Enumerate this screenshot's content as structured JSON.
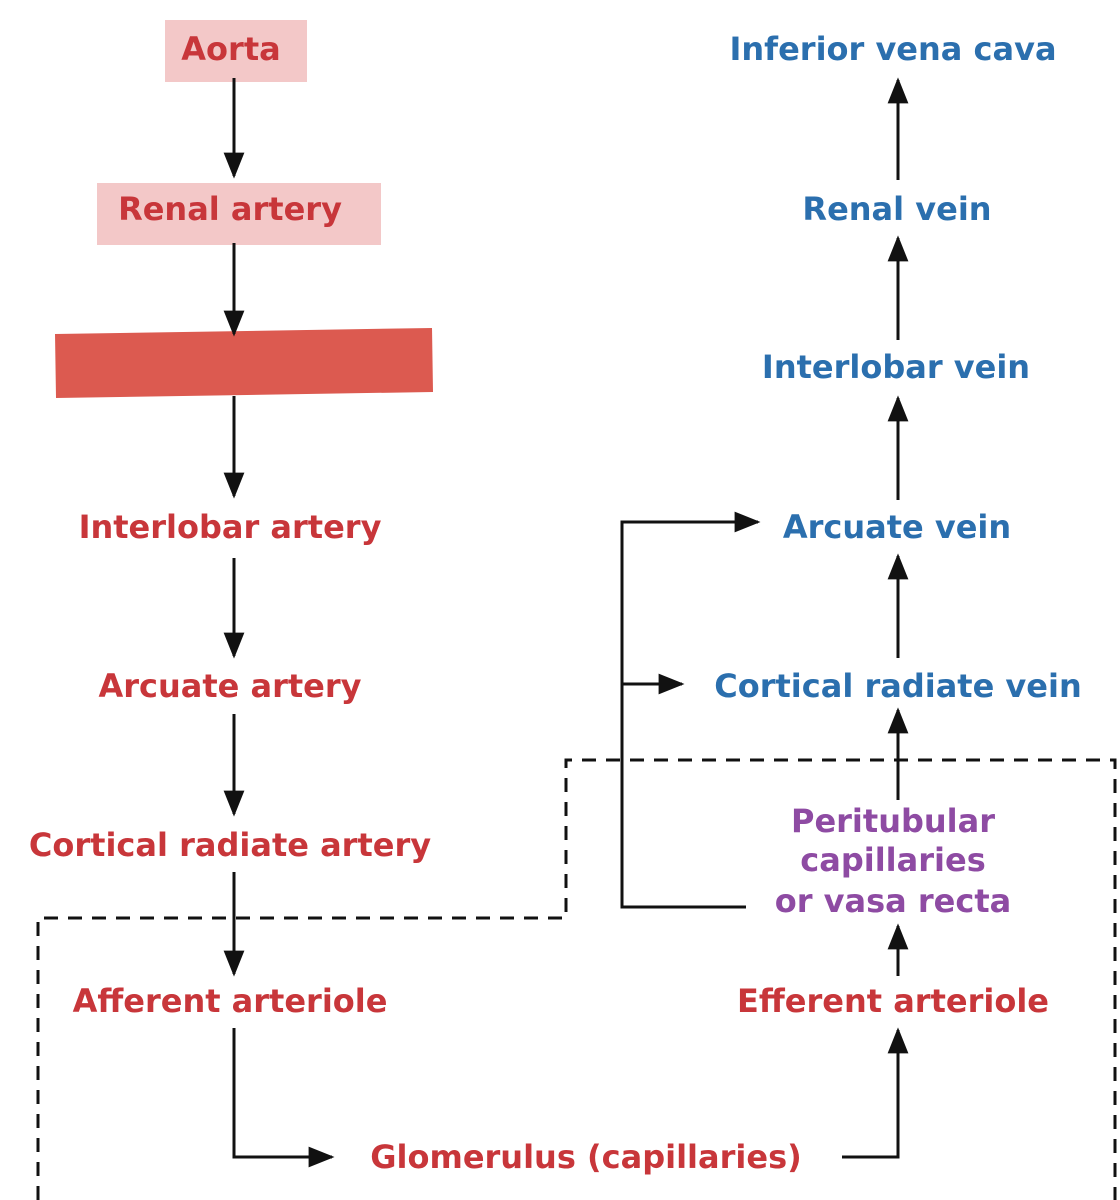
{
  "colors": {
    "artery": "#c8363a",
    "vein": "#2b6fae",
    "capillary": "#8e4ba3",
    "highlight_box": "#f3c8c8",
    "hidden_box": "#dc5a50"
  },
  "arterial": {
    "aorta": "Aorta",
    "renal_artery": "Renal artery",
    "interlobar_artery": "Interlobar artery",
    "arcuate_artery": "Arcuate artery",
    "cortical_radiate_artery": "Cortical radiate artery",
    "afferent_arteriole": "Afferent arteriole"
  },
  "capillary_beds": {
    "glomerulus": "Glomerulus (capillaries)",
    "efferent_arteriole": "Efferent arteriole",
    "peritubular_line1": "Peritubular",
    "peritubular_line2": "capillaries",
    "peritubular_line3": "or vasa recta"
  },
  "venous": {
    "cortical_radiate_vein": "Cortical radiate vein",
    "arcuate_vein": "Arcuate vein",
    "interlobar_vein": "Interlobar vein",
    "renal_vein": "Renal vein",
    "inferior_vena_cava": "Inferior vena cava"
  }
}
